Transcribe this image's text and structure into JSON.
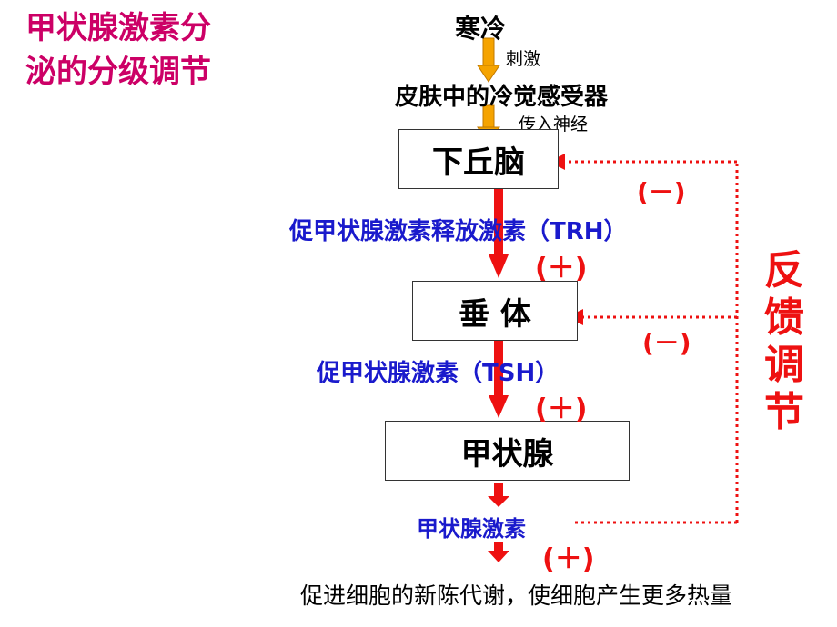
{
  "title": {
    "line1": "甲状腺激素分",
    "line2": "泌的分级调节"
  },
  "stimulus": "寒冷",
  "stimulus_label": "刺激",
  "receptor": "皮肤中的冷觉感受器",
  "nerve_label": "传入神经",
  "hypothalamus": "下丘脑",
  "trh_label": "促甲状腺激素释放激素（TRH）",
  "plus_1": "(＋)",
  "pituitary": "垂 体",
  "tsh_label": "促甲状腺激素（TSH）",
  "plus_2": "(＋)",
  "thyroid": "甲状腺",
  "hormone": "甲状腺激素",
  "plus_3": "(＋)",
  "effect": "促进细胞的新陈代谢，使细胞产生更多热量",
  "minus_1": "(－)",
  "minus_2": "(－)",
  "feedback": "反馈调节",
  "colors": {
    "title": "#cc0066",
    "red": "#ee1111",
    "blue": "#1a1acc",
    "orange": "#f5a300"
  }
}
